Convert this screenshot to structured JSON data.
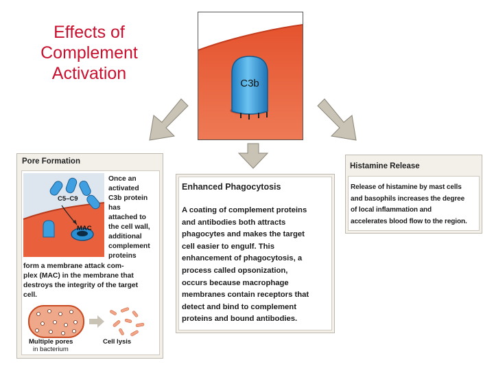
{
  "title": {
    "line1": "Effects of",
    "line2": "Complement",
    "line3": "Activation"
  },
  "hero": {
    "label": "C3b"
  },
  "pore": {
    "title": "Pore Formation",
    "side_text_lines": [
      "Once an",
      "activated",
      "C3b protein",
      "has",
      "attached to",
      "the cell wall,",
      "additional",
      "complement",
      "proteins"
    ],
    "bottom_text_lines": [
      "form a membrane attack com-",
      "plex (MAC) in the membrane that",
      "destroys the integrity of the target",
      "cell."
    ],
    "label_c5c9": "C5–C9",
    "label_mac": "MAC",
    "label_pores_1": "Multiple pores",
    "label_pores_2": "in bacterium",
    "label_lysis": "Cell lysis"
  },
  "phago": {
    "title": "Enhanced Phagocytosis",
    "text_lines": [
      "A coating of complement proteins",
      "and antibodies both attracts",
      "phagocytes and makes the target",
      "cell easier to engulf. This",
      "enhancement of phagocytosis, a",
      "process called opsonization,",
      "occurs because macrophage",
      "membranes contain receptors that",
      "detect and bind to complement",
      "proteins and bound antibodies."
    ]
  },
  "histamine": {
    "title": "Histamine Release",
    "text_lines": [
      "Release of histamine by mast cells",
      "and basophils increases the degree",
      "of local inflammation and",
      "accelerates blood flow to the region."
    ]
  },
  "colors": {
    "title_red": "#c8102e",
    "cell_orange": "#e8603c",
    "protein_blue": "#3aa0e0",
    "arrow_grey": "#c8c3b4"
  }
}
